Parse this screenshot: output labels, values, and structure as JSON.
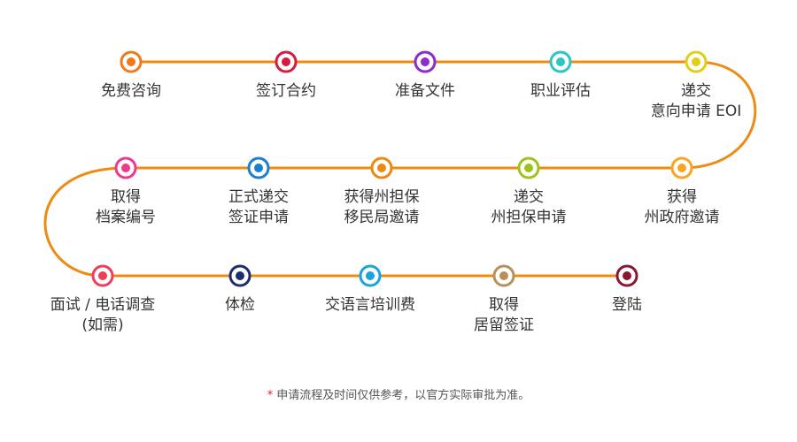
{
  "path_color": "#EE8B12",
  "steps": [
    {
      "label": "免费咨询",
      "color": "#F07A1A"
    },
    {
      "label": "签订合约",
      "color": "#D81B3C"
    },
    {
      "label": "准备文件",
      "color": "#8A2BD0"
    },
    {
      "label": "职业评估",
      "color": "#2BC6C6"
    },
    {
      "label": "递交\n意向申请 EOI",
      "color": "#E2CE14"
    },
    {
      "label": "获得\n州政府邀请",
      "color": "#F5A623"
    },
    {
      "label": "递交\n州担保申请",
      "color": "#9EC41C"
    },
    {
      "label": "获得州担保\n移民局邀请",
      "color": "#E98A12"
    },
    {
      "label": "正式递交\n签证申请",
      "color": "#1B7FCC"
    },
    {
      "label": "取得\n档案编号",
      "color": "#EE3A8C"
    },
    {
      "label": "面试 / 电话调查\n(如需)",
      "color": "#EF3D5A"
    },
    {
      "label": "体检",
      "color": "#1C2E6E"
    },
    {
      "label": "交语言培训费",
      "color": "#1AA4DE"
    },
    {
      "label": "取得\n居留签证",
      "color": "#B9905A"
    },
    {
      "label": "登陆",
      "color": "#8A1730"
    }
  ],
  "note": {
    "star": "*",
    "text": "申请流程及时间仅供参考，以官方实际审批为准。"
  }
}
